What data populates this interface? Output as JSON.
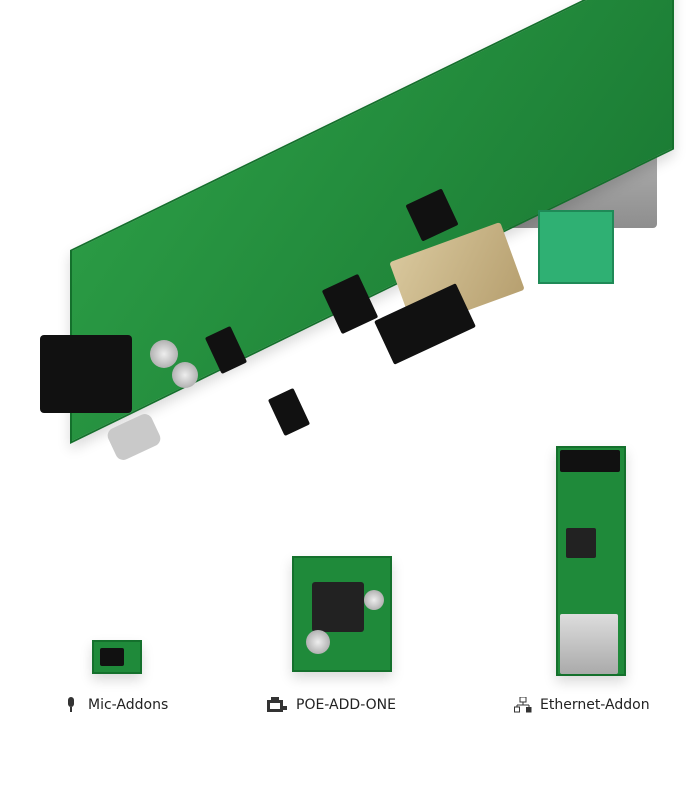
{
  "captions": [
    {
      "label": "Mic-Addons",
      "icon": "microphone-icon"
    },
    {
      "label": "POE-ADD-ONE",
      "icon": "poe-module-icon"
    },
    {
      "label": "Ethernet-Addon",
      "icon": "network-icon"
    }
  ]
}
